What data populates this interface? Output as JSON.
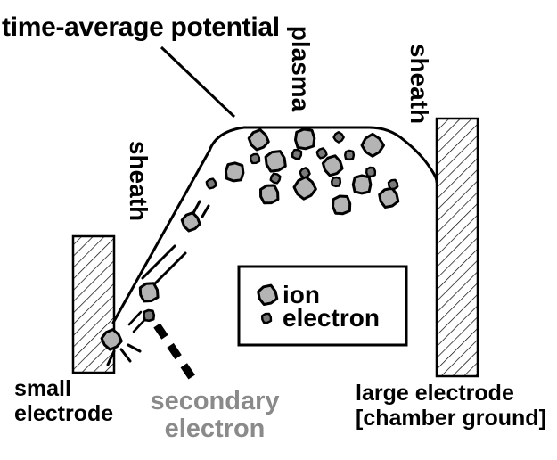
{
  "title": "time-average potential",
  "region_labels": {
    "sheath_left": "sheath",
    "plasma": "plasma",
    "sheath_right": "sheath"
  },
  "legend": {
    "ion": "ion",
    "electron": "electron"
  },
  "annotations": {
    "small_electrode_line1": "small",
    "small_electrode_line2": "electrode",
    "secondary_electron_line1": "secondary",
    "secondary_electron_line2": "electron",
    "large_electrode_line1": "large electrode",
    "large_electrode_line2": "[chamber ground]"
  },
  "colors": {
    "ion_fill": "#b4b4b4",
    "electron_fill": "#7a7a7a",
    "outline": "#000000",
    "secondary_label_text": "#8a8a8a",
    "background": "#ffffff"
  },
  "figure": {
    "ions": [
      [
        290,
        157,
        11,
        10
      ],
      [
        342,
        156,
        12,
        40
      ],
      [
        418,
        163,
        12,
        0
      ],
      [
        309,
        181,
        12,
        25
      ],
      [
        263,
        193,
        11,
        50
      ],
      [
        373,
        186,
        11,
        15
      ],
      [
        302,
        218,
        11,
        30
      ],
      [
        342,
        211,
        12,
        5
      ],
      [
        406,
        207,
        11,
        45
      ],
      [
        436,
        222,
        11,
        20
      ],
      [
        383,
        230,
        11,
        35
      ],
      [
        214,
        249,
        10,
        12
      ],
      [
        167,
        328,
        11,
        28
      ],
      [
        125,
        381,
        11,
        8
      ]
    ],
    "electrons": [
      [
        380,
        154,
        5.5,
        0
      ],
      [
        286,
        178,
        5.5,
        30
      ],
      [
        333,
        173,
        5.5,
        60
      ],
      [
        361,
        172,
        5.5,
        15
      ],
      [
        392,
        174,
        5.5,
        45
      ],
      [
        237,
        206,
        5.5,
        20
      ],
      [
        309,
        200,
        5.5,
        70
      ],
      [
        342,
        194,
        5.5,
        10
      ],
      [
        377,
        204,
        5.5,
        50
      ],
      [
        416,
        193,
        5.5,
        35
      ],
      [
        441,
        207,
        5.5,
        25
      ]
    ],
    "secondary_electron": [
      167,
      354,
      6.5,
      40
    ],
    "legend_ion_glyph": [
      300,
      331,
      11,
      20
    ],
    "legend_electron_glyph": [
      299,
      357,
      5.5,
      30
    ]
  }
}
